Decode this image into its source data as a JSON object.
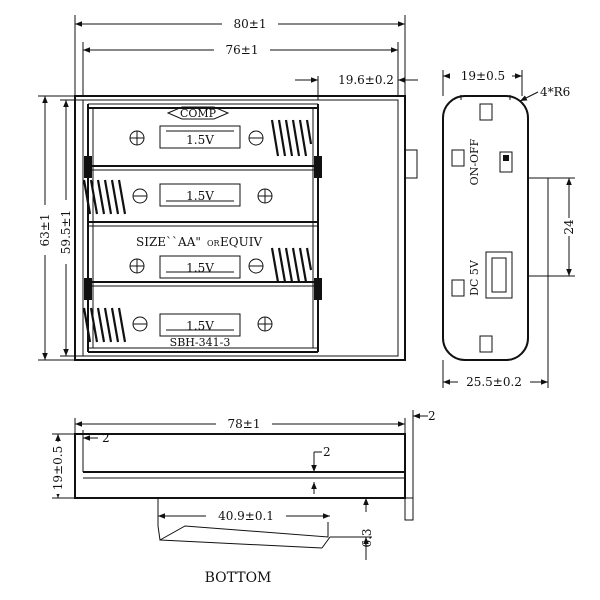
{
  "top_view": {
    "dim_overall_width": "80±1",
    "dim_inner_width": "76±1",
    "dim_switch_offset": "19.6±0.2",
    "dim_overall_height": "63±1",
    "dim_inner_height": "59.5±1",
    "comp_mark": "COMP",
    "cell_labels": [
      "1.5V",
      "1.5V",
      "1.5V",
      "1.5V"
    ],
    "size_text": "SIZE``AA\"",
    "size_or": "OR",
    "size_equiv": "EQUIV",
    "model": "SBH-341-3"
  },
  "side_view": {
    "dim_top": "19±0.5",
    "dim_radius": "4*R6",
    "switch_label": "ON-OFF",
    "jack_label": "DC 5V",
    "dim_height": "24",
    "dim_bottom": "25.5±0.2"
  },
  "bottom_view": {
    "dim_length": "78±1",
    "dim_left_offset": "2",
    "dim_right_offset": "2",
    "dim_wall": "2",
    "dim_height": "19±0.5",
    "dim_clip": "40.9±0.1",
    "dim_clip_height": "6.3",
    "title": "BOTTOM"
  }
}
